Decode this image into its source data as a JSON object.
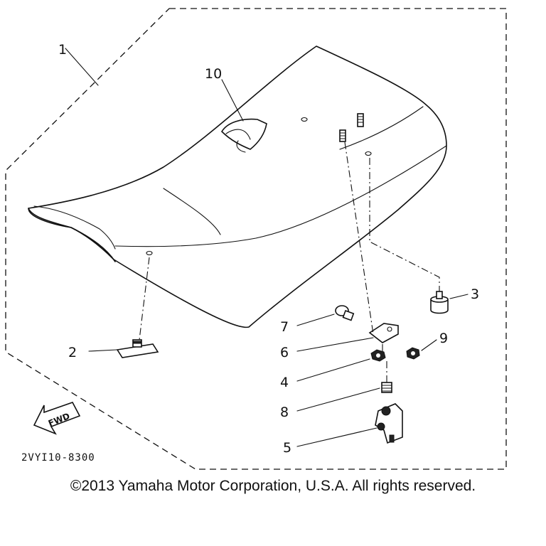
{
  "callouts": {
    "p1": "1",
    "p2": "2",
    "p3": "3",
    "p4": "4",
    "p5": "5",
    "p6": "6",
    "p7": "7",
    "p8": "8",
    "p9": "9",
    "p10": "10"
  },
  "direction_label": "FWD",
  "diagram_code": "2VYI10-8300",
  "copyright": "©2013 Yamaha Motor Corporation, U.S.A. All rights reserved.",
  "icons": [
    "fwd-arrow-icon"
  ],
  "colors": {
    "ink": "#111111",
    "background": "#ffffff"
  }
}
